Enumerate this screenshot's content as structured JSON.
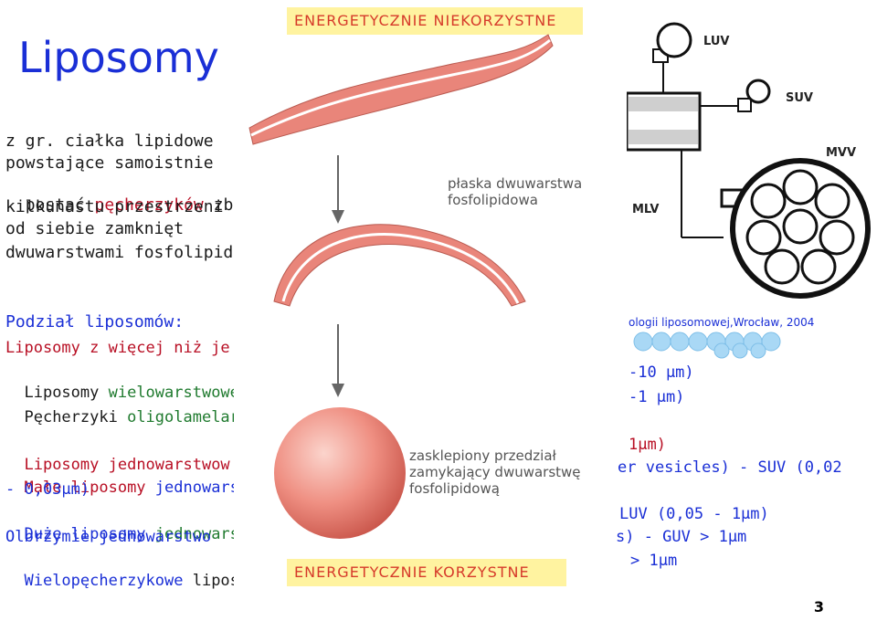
{
  "title": "Liposomy",
  "intro_lines": [
    "z gr. ciałka lipidowe",
    "powstające samoistnie",
    [
      "postać ",
      "pęcherzyków",
      " zbu"
    ],
    "kilkunastu przestrzeni",
    "od siebie zamknięt",
    "dwuwarstwami fosfolipid"
  ],
  "section_heading": "Podział liposomów:",
  "classification": [
    {
      "left": "Liposomy z więcej niż je",
      "right": ""
    },
    {
      "left_a": "Liposomy ",
      "left_b": "wielowarstwowe",
      "right": "-10 µm)"
    },
    {
      "left_a": "Pęcherzyki ",
      "left_b": "oligolamelarn",
      "right": "-1 µm)"
    },
    {
      "left_a": "Liposomy ",
      "left_b": "jednowarstwow",
      "right": "1µm)"
    },
    {
      "left_a": "Małe liposomy ",
      "left_b": "jednowars",
      "right": "er vesicles) - SUV (0,02"
    },
    {
      "left": "- 0,03µm)",
      "right": ""
    },
    {
      "left_a": "Duże liposomy ",
      "left_b": "jednowars",
      "right": "LUV (0,05 - 1µm)"
    },
    {
      "left": "Olbrzymie jednowarstwo",
      "right": "s) - GUV > 1µm"
    },
    {
      "left_a": "Wielopęcherzykowe ",
      "left_b": "lipos",
      "right": "> 1µm"
    }
  ],
  "diagram": {
    "banner_top": "ENERGETYCZNIE NIEKORZYSTNE",
    "banner_bottom": "ENERGETYCZNIE KORZYSTNE",
    "label_flat": [
      "płaska dwuwarstwa",
      "fosfolipidowa"
    ],
    "label_closed": [
      "zasklepiony przedział",
      "zamykający dwuwarstwę",
      "fosfolipidową"
    ]
  },
  "vesicle_types": {
    "luv": "LUV",
    "suv": "SUV",
    "mvv": "MVV",
    "mlv": "MLV"
  },
  "citation": "ologii liposomowej,Wrocław, 2004",
  "page_number": "3",
  "colors": {
    "title": "#1a2fd6",
    "red": "#b80f24",
    "green": "#1f7a2e",
    "banner_text": "#d63a2a",
    "banner_bg": "#fff3a0",
    "membrane": "#e9857a"
  }
}
